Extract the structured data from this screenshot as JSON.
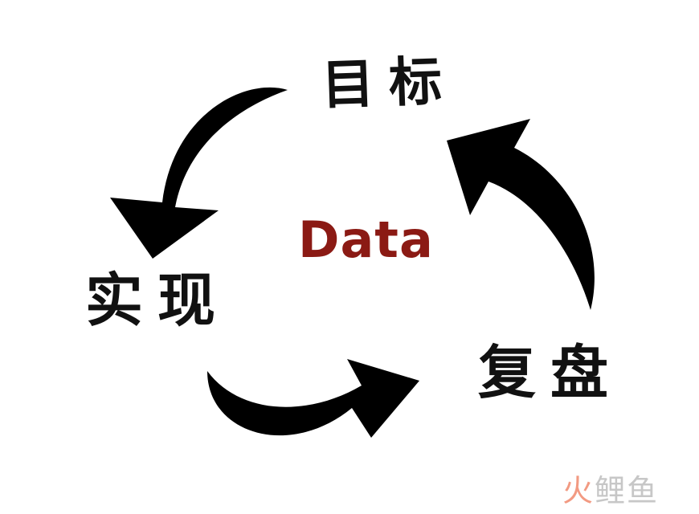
{
  "diagram": {
    "center_text": "Data",
    "nodes": [
      {
        "id": "goal",
        "label": "目标"
      },
      {
        "id": "achieve",
        "label": "实现"
      },
      {
        "id": "review",
        "label": "复盘"
      }
    ],
    "edges": [
      {
        "from": "goal",
        "to": "achieve"
      },
      {
        "from": "achieve",
        "to": "review"
      },
      {
        "from": "review",
        "to": "goal"
      }
    ],
    "colors": {
      "center_text": "#8b1a14",
      "arrows": "#000000",
      "labels": "#111111"
    }
  },
  "watermark": {
    "first": "火",
    "rest": "鲤鱼"
  }
}
